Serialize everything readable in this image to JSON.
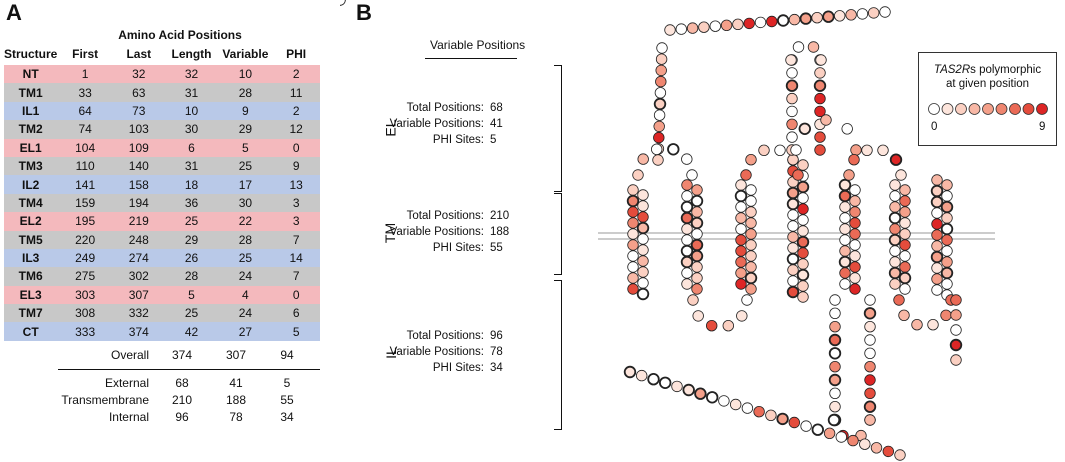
{
  "panels": {
    "a_letter": "A",
    "b_letter": "B"
  },
  "table": {
    "title": "Amino Acid Positions",
    "headers": [
      "Structure",
      "First",
      "Last",
      "Length",
      "Variable",
      "PHI"
    ],
    "rows": [
      {
        "structure": "NT",
        "first": "1",
        "last": "32",
        "length": "32",
        "variable": "10",
        "phi": "2",
        "type": "ext"
      },
      {
        "structure": "TM1",
        "first": "33",
        "last": "63",
        "length": "31",
        "variable": "28",
        "phi": "11",
        "type": "tm"
      },
      {
        "structure": "IL1",
        "first": "64",
        "last": "73",
        "length": "10",
        "variable": "9",
        "phi": "2",
        "type": "int"
      },
      {
        "structure": "TM2",
        "first": "74",
        "last": "103",
        "length": "30",
        "variable": "29",
        "phi": "12",
        "type": "tm"
      },
      {
        "structure": "EL1",
        "first": "104",
        "last": "109",
        "length": "6",
        "variable": "5",
        "phi": "0",
        "type": "ext"
      },
      {
        "structure": "TM3",
        "first": "110",
        "last": "140",
        "length": "31",
        "variable": "25",
        "phi": "9",
        "type": "tm"
      },
      {
        "structure": "IL2",
        "first": "141",
        "last": "158",
        "length": "18",
        "variable": "17",
        "phi": "13",
        "type": "int"
      },
      {
        "structure": "TM4",
        "first": "159",
        "last": "194",
        "length": "36",
        "variable": "30",
        "phi": "3",
        "type": "tm"
      },
      {
        "structure": "EL2",
        "first": "195",
        "last": "219",
        "length": "25",
        "variable": "22",
        "phi": "3",
        "type": "ext"
      },
      {
        "structure": "TM5",
        "first": "220",
        "last": "248",
        "length": "29",
        "variable": "28",
        "phi": "7",
        "type": "tm"
      },
      {
        "structure": "IL3",
        "first": "249",
        "last": "274",
        "length": "26",
        "variable": "25",
        "phi": "14",
        "type": "int"
      },
      {
        "structure": "TM6",
        "first": "275",
        "last": "302",
        "length": "28",
        "variable": "24",
        "phi": "7",
        "type": "tm"
      },
      {
        "structure": "EL3",
        "first": "303",
        "last": "307",
        "length": "5",
        "variable": "4",
        "phi": "0",
        "type": "ext"
      },
      {
        "structure": "TM7",
        "first": "308",
        "last": "332",
        "length": "25",
        "variable": "24",
        "phi": "6",
        "type": "tm"
      },
      {
        "structure": "CT",
        "first": "333",
        "last": "374",
        "length": "42",
        "variable": "27",
        "phi": "5",
        "type": "int"
      }
    ],
    "overall": {
      "label": "Overall",
      "length": "374",
      "variable": "307",
      "phi": "94"
    },
    "summary": [
      {
        "label": "External",
        "length": "68",
        "variable": "41",
        "phi": "5"
      },
      {
        "label": "Transmembrane",
        "length": "210",
        "variable": "188",
        "phi": "55"
      },
      {
        "label": "Internal",
        "length": "96",
        "variable": "78",
        "phi": "34"
      }
    ],
    "colors": {
      "ext": "#f4b9bd",
      "tm": "#c8c8c8",
      "int": "#b9c9e8"
    }
  },
  "variable_positions": {
    "title": "Variable Positions",
    "regions": [
      {
        "label": "EL",
        "total_label": "Total Positions:",
        "total": "68",
        "variable_label": "Variable Positions:",
        "variable": "41",
        "phi_label": "PHI Sites:",
        "phi": "5"
      },
      {
        "label": "TM",
        "total_label": "Total Positions:",
        "total": "210",
        "variable_label": "Variable Positions:",
        "variable": "188",
        "phi_label": "PHI Sites:",
        "phi": "55"
      },
      {
        "label": "IL",
        "total_label": "Total Positions:",
        "total": "96",
        "variable_label": "Variable Positions:",
        "variable": "78",
        "phi_label": "PHI Sites:",
        "phi": "34"
      }
    ]
  },
  "legend": {
    "title_italic": "TAS2R",
    "title_rest": "s polymorphic",
    "title_line2": "at given position",
    "min": "0",
    "max": "9",
    "colors": [
      "#ffffff",
      "#fde5dc",
      "#fbd0c2",
      "#f8b8a6",
      "#f4a08a",
      "#ef8670",
      "#ea6a56",
      "#e44c3c",
      "#dd2525"
    ]
  }
}
